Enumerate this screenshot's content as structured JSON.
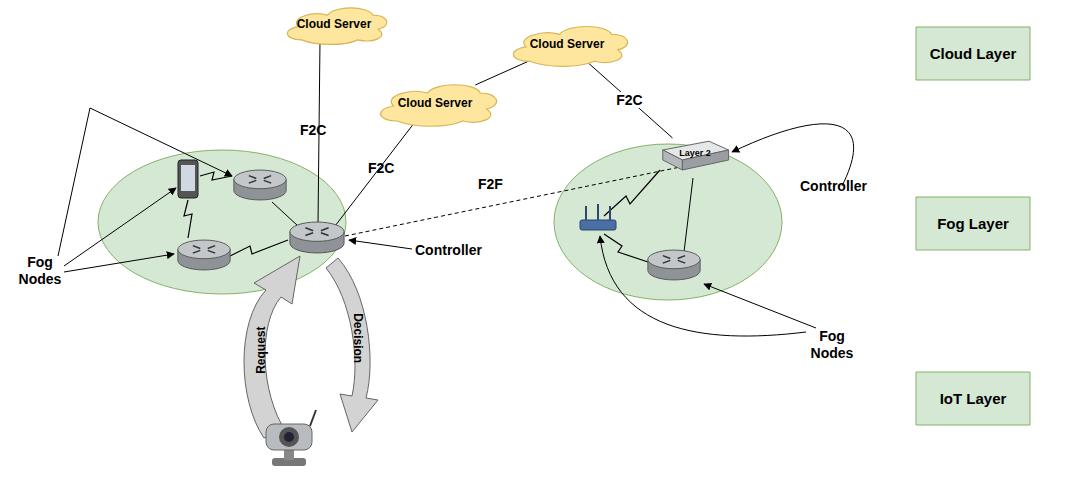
{
  "diagram": {
    "nodes": [
      {
        "text": [
          "Cloud Server"
        ]
      },
      {
        "text": [
          "Cloud Server"
        ]
      },
      {
        "text": [
          "Cloud Server"
        ]
      },
      {
        "text": [
          "Layer 2"
        ]
      },
      {
        "text": [
          "Cloud Layer"
        ]
      },
      {
        "text": [
          "Fog Layer"
        ]
      },
      {
        "text": [
          "IoT Layer"
        ]
      }
    ],
    "edges": [
      {
        "from": 1,
        "to": 2,
        "arrow": "none"
      },
      {
        "from": 2,
        "to": 3,
        "label": "F2C",
        "arrow": "none"
      }
    ],
    "labels": [
      "F2C",
      "F2C",
      "F2F",
      "Fog Nodes",
      "Controller",
      "Controller",
      "Fog Nodes",
      "Request",
      "Decision"
    ]
  }
}
